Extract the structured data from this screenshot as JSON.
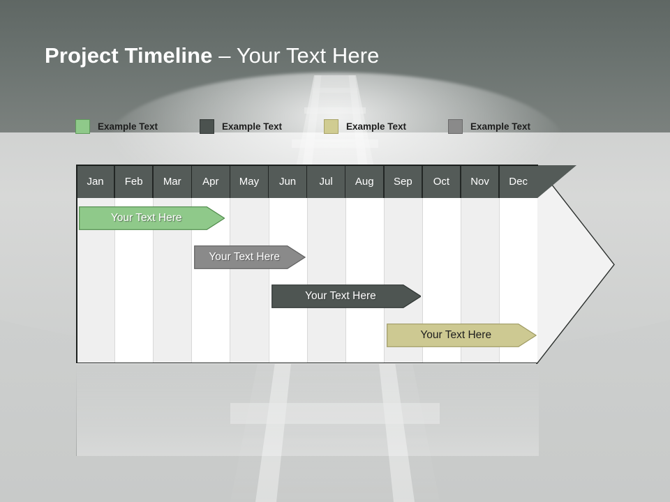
{
  "slide": {
    "title_bold": "Project Timeline",
    "title_light": " – Your Text Here"
  },
  "legend": {
    "items": [
      {
        "label": "Example Text",
        "color": "#8fc98a",
        "border": "#5f9a5a",
        "name": "legend-swatch-green"
      },
      {
        "label": "Example Text",
        "color": "#4b524f",
        "border": "#333836",
        "name": "legend-swatch-charcoal"
      },
      {
        "label": "Example Text",
        "color": "#d0cc92",
        "border": "#a8a368",
        "name": "legend-swatch-khaki"
      },
      {
        "label": "Example Text",
        "color": "#8a8a8a",
        "border": "#6a6a6a",
        "name": "legend-swatch-gray"
      }
    ]
  },
  "chart_data": {
    "type": "bar",
    "title": "Project Timeline – Your Text Here",
    "xlabel": "",
    "ylabel": "",
    "orientation": "horizontal",
    "categories": [
      "Jan",
      "Feb",
      "Mar",
      "Apr",
      "May",
      "Jun",
      "Jul",
      "Aug",
      "Sep",
      "Oct",
      "Nov",
      "Dec"
    ],
    "legend_position": "top-left",
    "grid": true,
    "series": [
      {
        "name": "Your  Text Here",
        "label": "Your  Text Here",
        "color": "#8fc98a",
        "border": "#4f8a4a",
        "text_color": "#ffffff",
        "start_month": "Jan",
        "end_month": "Apr",
        "start_index": 0,
        "end_index": 3.8
      },
      {
        "name": "Your  Text Here",
        "label": "Your  Text Here",
        "color": "#8a8a8a",
        "border": "#5f5f5f",
        "text_color": "#ffffff",
        "start_month": "Apr",
        "end_month": "Jun",
        "start_index": 3,
        "end_index": 5.9
      },
      {
        "name": "Your  Text Here",
        "label": "Your  Text Here",
        "color": "#4e5552",
        "border": "#2f3533",
        "text_color": "#ffffff",
        "start_month": "Jun",
        "end_month": "Sep",
        "start_index": 5,
        "end_index": 8.9
      },
      {
        "name": "Your  Text Here",
        "label": "Your  Text Here",
        "color": "#cdc992",
        "border": "#9e9a62",
        "text_color": "#1d1d1d",
        "start_month": "Sep",
        "end_month": "Dec",
        "start_index": 8,
        "end_index": 11.9
      }
    ],
    "header_background": "#545b58",
    "header_text_color": "#ffffff",
    "column_fill_odd": "#efefef",
    "column_fill_even": "#ffffff",
    "arrow_fill": "#f2f2f2",
    "arrow_border": "#2a2e2c"
  }
}
